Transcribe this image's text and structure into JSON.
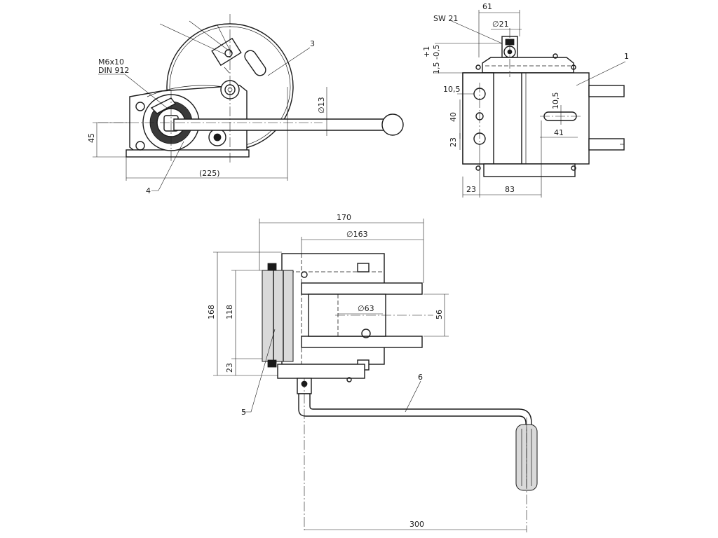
{
  "notes": {
    "screw_line1": "M6x10",
    "screw_line2": "DIN 912",
    "wrench": "SW 21",
    "tolerance_plus": "+1",
    "tolerance_main": "1,5 -0,5"
  },
  "dimensions": {
    "d45": "45",
    "d225": "(225)",
    "d13": "∅13",
    "d61": "61",
    "d21": "∅21",
    "d10_5_left": "10,5",
    "d10_5_right": "10,5",
    "d40": "40",
    "d23_side": "23",
    "d41": "41",
    "d23_bottom": "23",
    "d83": "83",
    "d170": "170",
    "d163": "∅163",
    "d168": "168",
    "d118": "118",
    "d63": "∅63",
    "d56": "56",
    "d23_lower": "23",
    "d300": "300"
  },
  "part_labels": {
    "p1": "1",
    "p3": "3",
    "p4": "4",
    "p5": "5",
    "p6": "6"
  }
}
